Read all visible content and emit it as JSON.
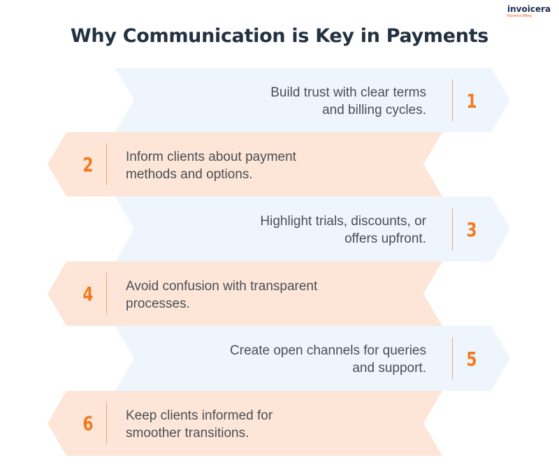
{
  "brand": {
    "name": "invoicera",
    "tagline": "Business Billing"
  },
  "title": "Why Communication is Key in Payments",
  "colors": {
    "blue_band": "#eef5fd",
    "orange_band": "#fde6d7",
    "number": "#f47a20",
    "divider": "#f2a766",
    "title": "#243141",
    "text": "#4a4f57"
  },
  "steps": [
    {
      "number": "1",
      "line1": "Build trust with clear terms",
      "line2": "and billing cycles."
    },
    {
      "number": "2",
      "line1": "Inform clients about payment",
      "line2": "methods and options."
    },
    {
      "number": "3",
      "line1": "Highlight trials, discounts, or",
      "line2": "offers upfront."
    },
    {
      "number": "4",
      "line1": "Avoid confusion with transparent",
      "line2": "processes."
    },
    {
      "number": "5",
      "line1": "Create open channels for queries",
      "line2": "and support."
    },
    {
      "number": "6",
      "line1": "Keep clients informed for",
      "line2": "smoother transitions."
    }
  ]
}
